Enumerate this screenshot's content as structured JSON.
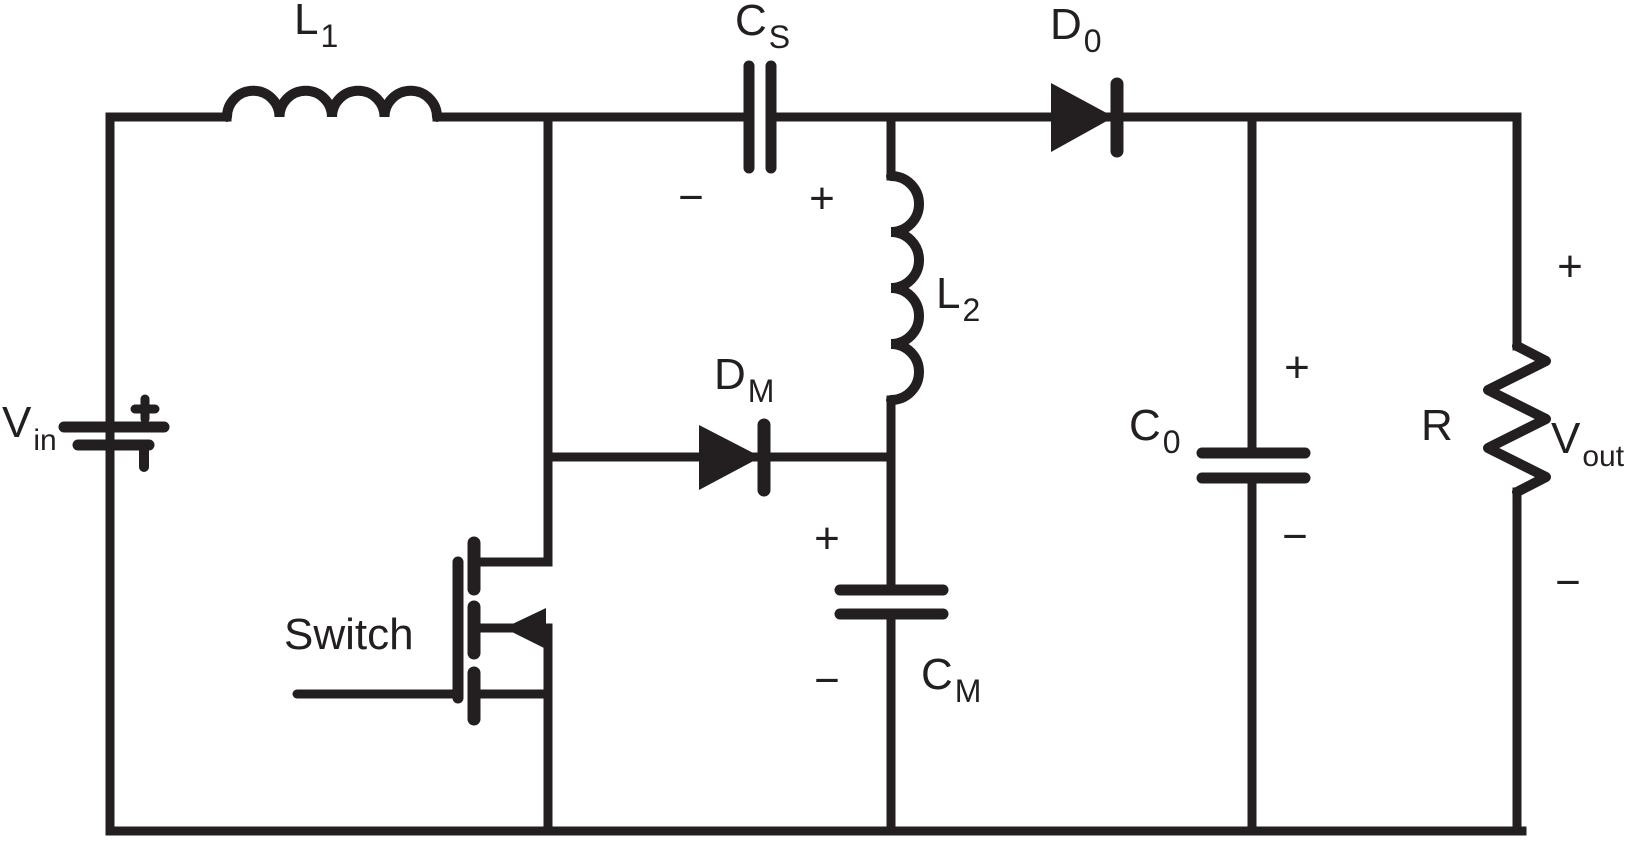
{
  "page": {
    "background": "#ffffff",
    "ink": "#231f20"
  },
  "symbols": {
    "plus": "+",
    "minus": "−"
  },
  "components": {
    "l1": {
      "label": "L",
      "sub": "1"
    },
    "cs": {
      "label": "C",
      "sub": "S"
    },
    "d0": {
      "label": "D",
      "sub": "0"
    },
    "l2": {
      "label": "L",
      "sub": "2"
    },
    "dm": {
      "label": "D",
      "sub": "M"
    },
    "cm": {
      "label": "C",
      "sub": "M"
    },
    "c0": {
      "label": "C",
      "sub": "0"
    },
    "r": {
      "label": "R"
    },
    "switch": {
      "label": "Switch"
    },
    "vin": {
      "label": "V",
      "sub": "in"
    },
    "vout": {
      "label": "V",
      "sub": "out"
    }
  },
  "polarity_marks": {
    "cs_left": "−",
    "cs_right": "+",
    "cm_top": "+",
    "cm_bottom": "−",
    "c0_top": "+",
    "c0_bottom": "−",
    "vout_top": "+",
    "vout_bottom": "−"
  }
}
